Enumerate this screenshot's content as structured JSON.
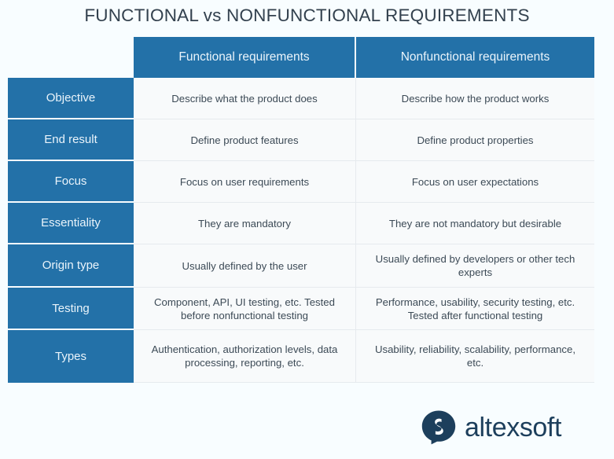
{
  "title": "FUNCTIONAL vs NONFUNCTIONAL REQUIREMENTS",
  "table": {
    "corner_label": "",
    "headers": {
      "functional": "Functional requirements",
      "nonfunctional": "Nonfunctional requirements"
    },
    "rows": [
      {
        "label": "Objective",
        "functional": "Describe what the product does",
        "nonfunctional": "Describe how the product works"
      },
      {
        "label": "End result",
        "functional": "Define product features",
        "nonfunctional": "Define product properties"
      },
      {
        "label": "Focus",
        "functional": "Focus on user requirements",
        "nonfunctional": "Focus on user expectations"
      },
      {
        "label": "Essentiality",
        "functional": "They are mandatory",
        "nonfunctional": "They are not mandatory but desirable"
      },
      {
        "label": "Origin type",
        "functional": "Usually defined by the user",
        "nonfunctional": "Usually defined by developers or other tech experts"
      },
      {
        "label": "Testing",
        "functional": "Component, API, UI testing, etc. Tested before nonfunctional testing",
        "nonfunctional": "Performance, usability, security testing, etc. Tested after functional testing"
      },
      {
        "label": "Types",
        "functional": "Authentication, authorization levels, data processing, reporting, etc.",
        "nonfunctional": "Usability, reliability, scalability, performance, etc."
      }
    ]
  },
  "logo": {
    "wordmark": "altexsoft",
    "mark_name": "altexsoft-speech-bubble-icon"
  },
  "colors": {
    "header_blue": "#2371a8",
    "label_blue": "#2371a8",
    "cell_background": "#f8fafb",
    "page_background": "#f8fdff",
    "title_text": "#33414e",
    "body_text": "#3c4a56",
    "logo_navy": "#1d3f5c",
    "grid_line": "#e6eaee"
  }
}
